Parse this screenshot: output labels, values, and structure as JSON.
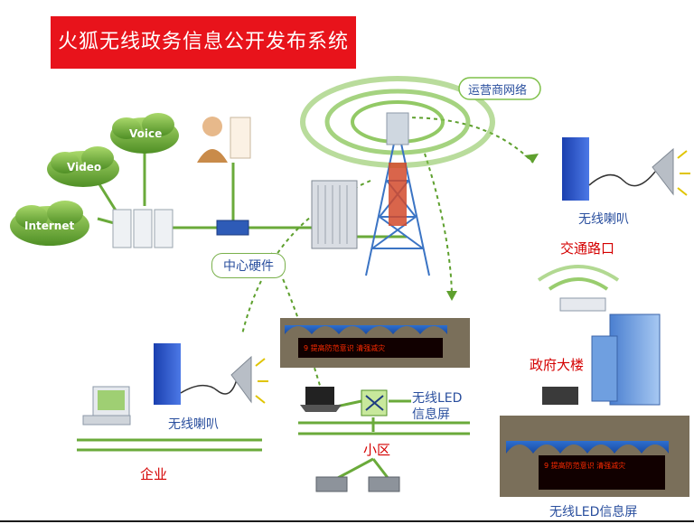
{
  "title": "火狐无线政务信息公开发布系统",
  "clouds": {
    "voice": "Voice",
    "video": "Video",
    "internet": "Internet"
  },
  "labels": {
    "operator_network": "运营商网络",
    "center_hardware": "中心硬件",
    "wireless_speaker_top": "无线喇叭",
    "traffic_intersection": "交通路口",
    "government_building": "政府大楼",
    "wireless_speaker_left": "无线喇叭",
    "enterprise": "企业",
    "wireless_led_info_screen": "无线LED\n信息屏",
    "residential": "小区",
    "wireless_led_bottom": "无线LED信息屏"
  },
  "colors": {
    "title_bg": "#e8131b",
    "link_green": "#6aaa3a",
    "label_blue": "#2a4f9e",
    "label_red": "#d40000",
    "led_red": "#ff2a00"
  }
}
